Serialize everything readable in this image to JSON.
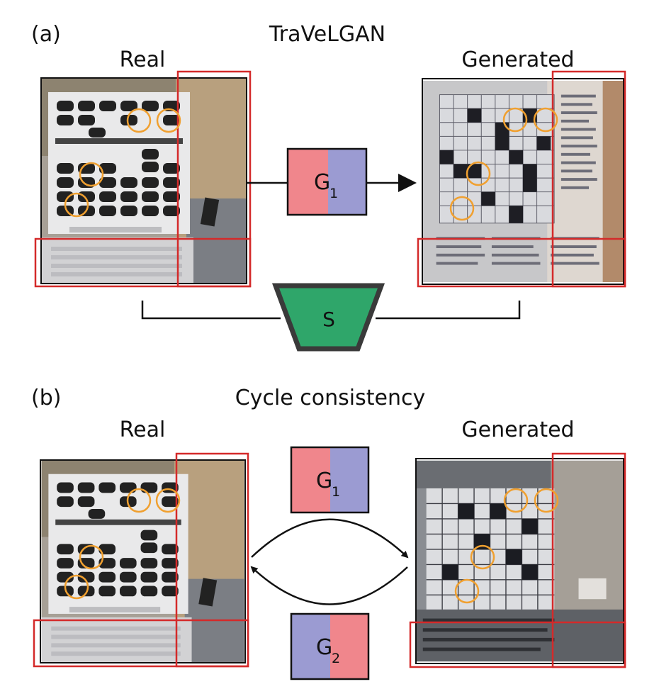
{
  "panels": [
    {
      "tag": "(a)",
      "title": "TraVeLGAN",
      "real_label": "Real",
      "generated_label": "Generated",
      "generator": {
        "letter": "G",
        "subscript": "1"
      },
      "siamese": {
        "letter": "S"
      }
    },
    {
      "tag": "(b)",
      "title": "Cycle consistency",
      "real_label": "Real",
      "generated_label": "Generated",
      "generators": [
        {
          "letter": "G",
          "subscript": "1"
        },
        {
          "letter": "G",
          "subscript": "2"
        }
      ]
    }
  ],
  "colors": {
    "highlight_box": "#d42a2a",
    "keypoint_circle": "#f0a030",
    "generator_pink": "#f0868c",
    "generator_lavender": "#9b9bd2",
    "siamese_green": "#2fa66a",
    "siamese_border": "#3a3a3a"
  }
}
